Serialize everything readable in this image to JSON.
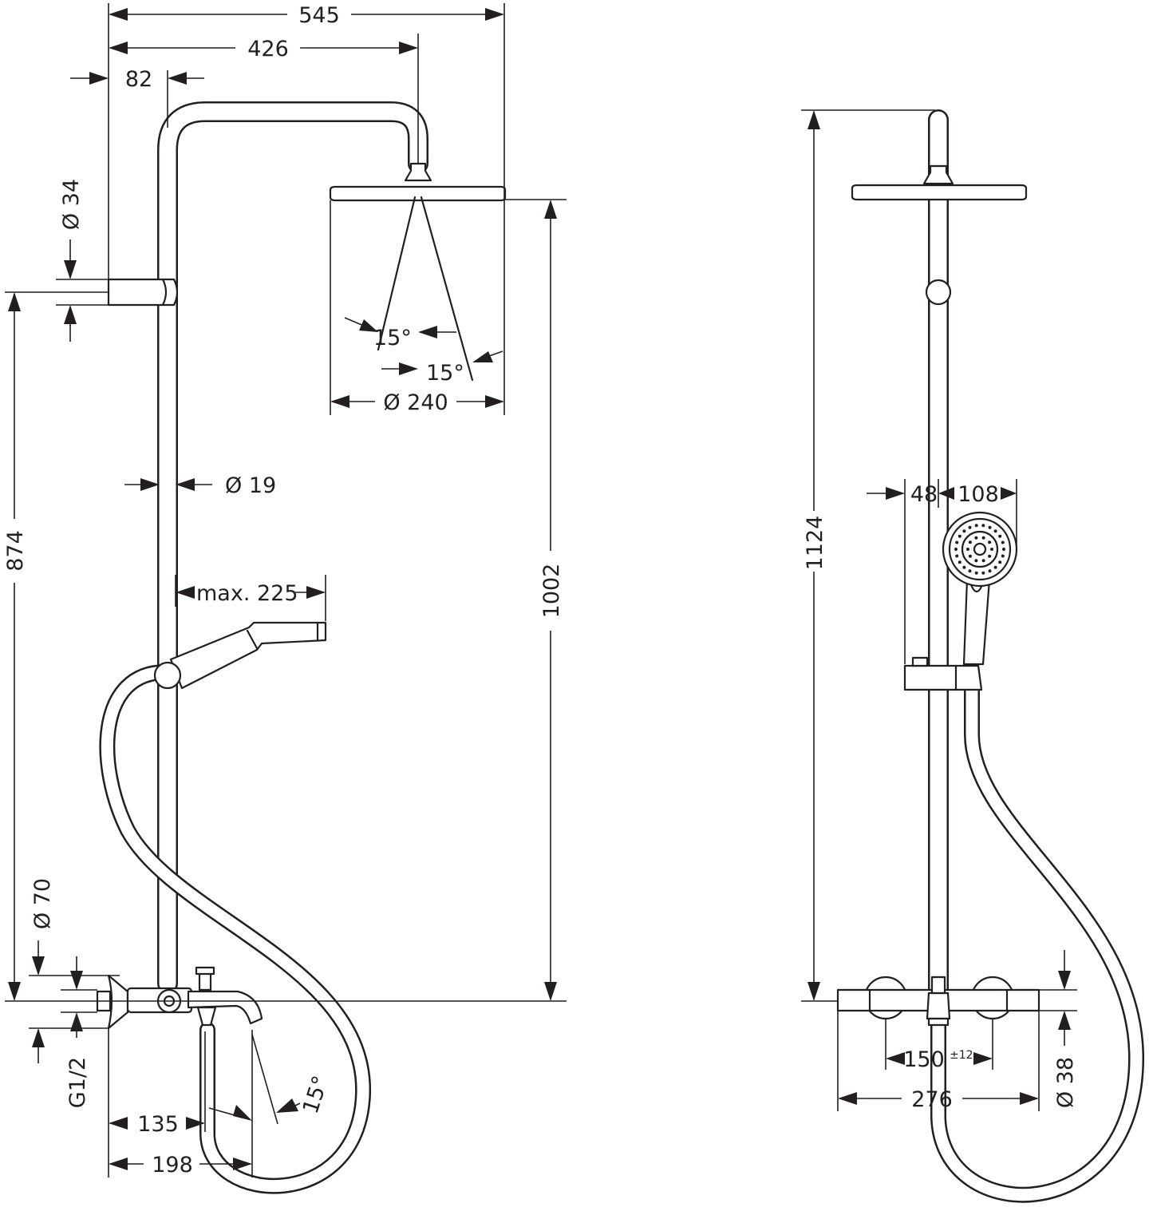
{
  "dimensions": {
    "d545": "545",
    "d426": "426",
    "d82": "82",
    "dia34": "Ø 34",
    "d874": "874",
    "ang15a": "15°",
    "ang15b": "15°",
    "dia240": "Ø 240",
    "dia19": "Ø 19",
    "max225": "max. 225",
    "d1002": "1002",
    "dia70": "Ø 70",
    "g12": "G1/2",
    "ang15c": "15°",
    "d135": "135",
    "d198": "198",
    "d1124": "1124",
    "d48": "48",
    "d108": "108",
    "d150": "150",
    "tol150": "±12",
    "d276": "276",
    "dia38": "Ø 38"
  },
  "colors": {
    "line": "#231f20",
    "background": "#ffffff"
  }
}
